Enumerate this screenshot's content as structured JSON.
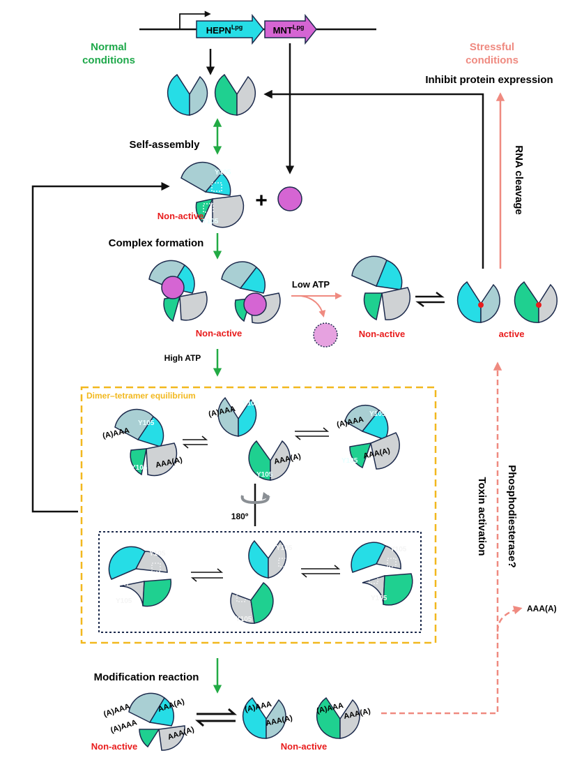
{
  "genes": {
    "gene1": "HEPN",
    "gene1_sup": "Lpg",
    "gene2": "MNT",
    "gene2_sup": "Lpg"
  },
  "conditions": {
    "normal_line1": "Normal",
    "normal_line2": "conditions",
    "stress_line1": "Stressful",
    "stress_line2": "conditions"
  },
  "labels": {
    "self_assembly": "Self-assembly",
    "complex_formation": "Complex formation",
    "inhibit": "Inhibit protein expression",
    "rna_cleavage": "RNA cleavage",
    "low_atp": "Low ATP",
    "high_atp": "High ATP",
    "non_active": "Non-active",
    "active": "active",
    "box_title": "Dimer–tetramer equilibrium",
    "rotation": "180º",
    "modification": "Modification reaction",
    "phosphodiesterase": "Phosphodiesterase?",
    "toxin_activation": "Toxin activation",
    "aaaa": "AAA(A)",
    "polyA": "(A)AAA",
    "residue": "Y105",
    "plus": "+"
  },
  "colors": {
    "cyan": "#26dde6",
    "cyan_pale": "#a9cfd3",
    "green": "#1fd090",
    "grey": "#cfd2d4",
    "mnt": "#d565d3",
    "green_arrow": "#22aa44",
    "red_text": "#e81c1c",
    "green_text": "#1ea84a",
    "salmon": "#ef8a80",
    "box_orange": "#f2b81e",
    "box_navy": "#1c2a4c",
    "outline": "#1c2a4c"
  }
}
